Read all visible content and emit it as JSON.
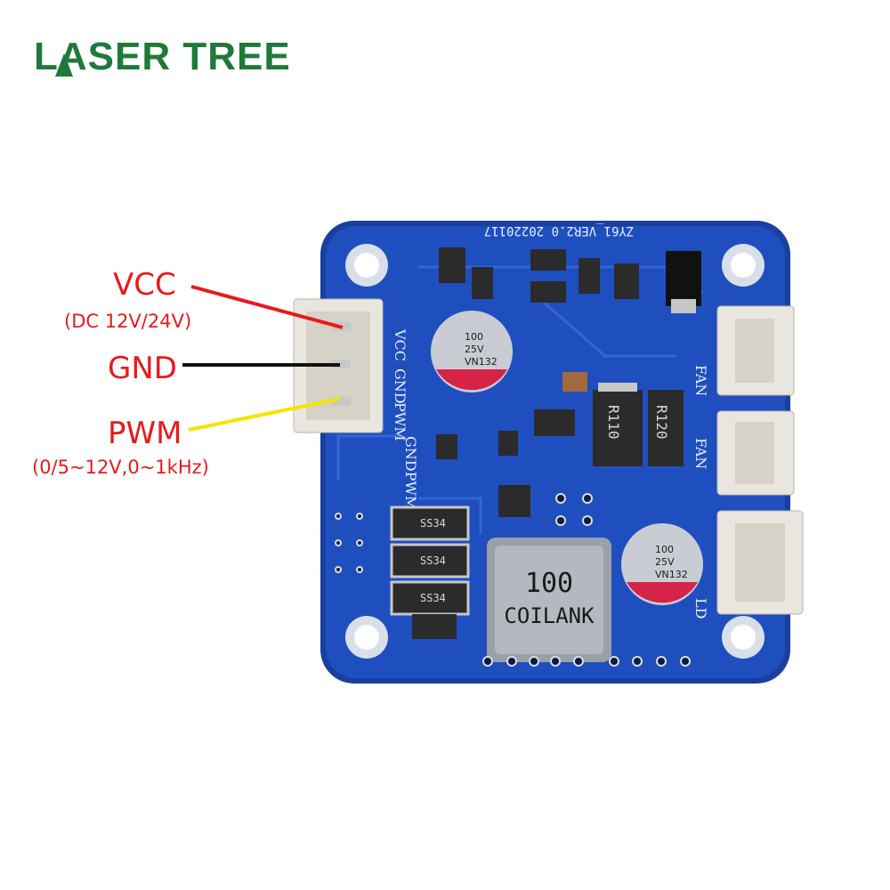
{
  "brand": {
    "name": "LASER TREE",
    "color": "#1f7a3a"
  },
  "pins": [
    {
      "label": "VCC",
      "note": "(DC 12V/24V)",
      "wire_color": "#e8191c"
    },
    {
      "label": "GND",
      "note": "",
      "wire_color": "#111111"
    },
    {
      "label": "PWM",
      "note": "(0/5~12V,0~1kHz)",
      "wire_color": "#f2e600"
    }
  ],
  "board": {
    "silkscreen_top": "ZY61_VER2.0 20220117",
    "input_pins": [
      "VCC",
      "GND",
      "PWM"
    ],
    "gnd_pwm_label": "GNDPWM",
    "fan_labels": [
      "FAN",
      "FAN"
    ],
    "ld_label": "LD",
    "capacitor_text": [
      "100",
      "25V",
      "VN132"
    ],
    "inductor_text": [
      "100",
      "COILANK"
    ],
    "resistors": [
      "R110",
      "R120"
    ],
    "diodes": [
      "SS34",
      "SS34",
      "SS34"
    ],
    "colors": {
      "pcb": "#1f4fbf",
      "pcb_edge": "#1a3f9e",
      "connector": "#e9e6df"
    }
  }
}
